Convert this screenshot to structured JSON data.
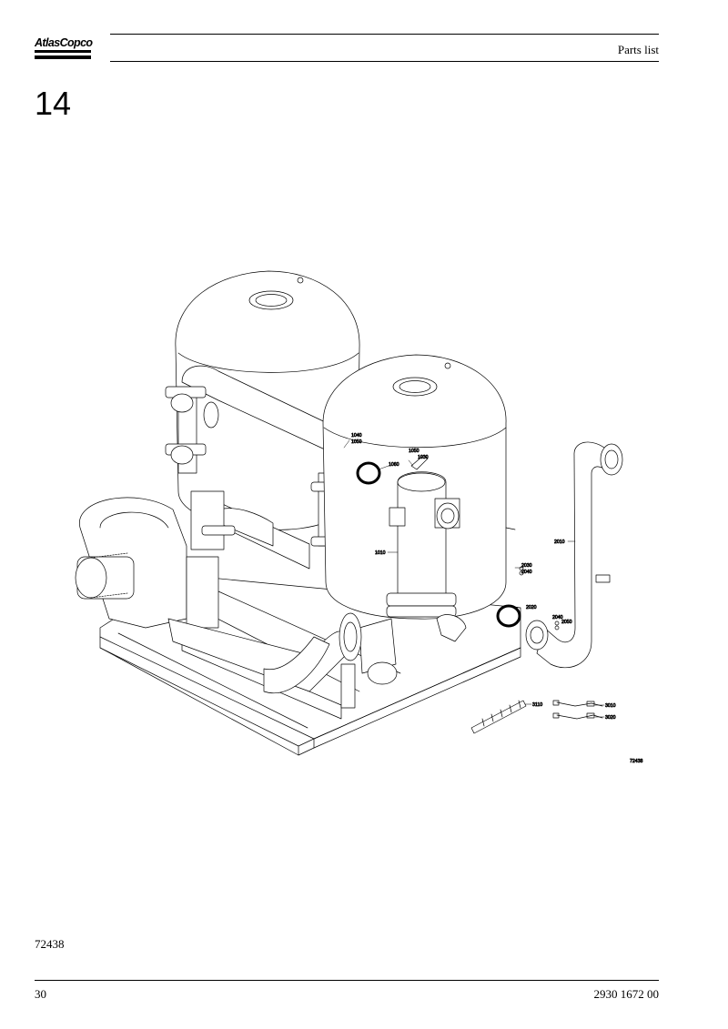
{
  "header": {
    "logo_text": "AtlasCopco",
    "title": "Parts list"
  },
  "section_number": "14",
  "figure": {
    "figure_id": "72438",
    "callouts": {
      "c1040": "1040",
      "c1050a": "1050",
      "c1050b": "1050",
      "c1030": "1030",
      "c1060": "1060",
      "c1010": "1010",
      "c2010": "2010",
      "c2030": "2030",
      "c2040a": "2040",
      "c2020": "2020",
      "c2040b": "2040",
      "c2050": "2050",
      "c3110": "3110",
      "c3010": "3010",
      "c3020": "3020"
    }
  },
  "figure_ref_bottom": "72438",
  "footer": {
    "page_number": "30",
    "document_number": "2930 1672 00"
  }
}
